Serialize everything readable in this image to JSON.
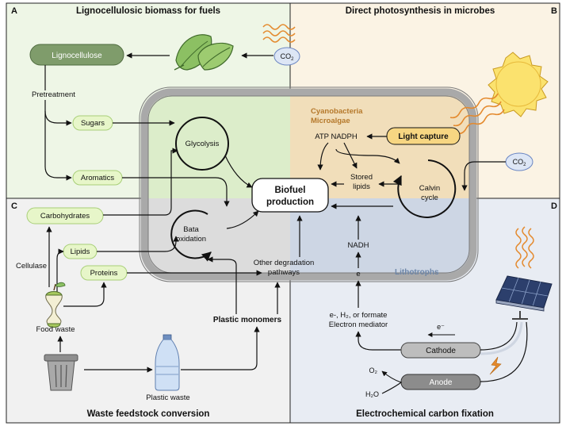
{
  "panels": {
    "a": {
      "letter": "A",
      "title": "Lignocellulosic biomass for fuels"
    },
    "b": {
      "letter": "B",
      "title": "Direct photosynthesis in microbes"
    },
    "c": {
      "letter": "C",
      "title": "Waste feedstock conversion"
    },
    "d": {
      "letter": "D",
      "title": "Electrochemical carbon fixation"
    }
  },
  "nodes": {
    "lignocellulose": "Lignocellulose",
    "co2_top": "CO",
    "co2_right": "CO",
    "pretreatment": "Pretreatment",
    "sugars": "Sugars",
    "aromatics": "Aromatics",
    "glycolysis": "Glycolysis",
    "biofuel_line1": "Biofuel",
    "biofuel_line2": "production",
    "cyano_line1": "Cyanobacteria",
    "cyano_line2": "Microalgae",
    "light_capture": "Light capture",
    "atp_nadph": "ATP NADPH",
    "stored_line1": "Stored",
    "stored_line2": "lipids",
    "calvin_line1": "Calvin",
    "calvin_line2": "cycle",
    "carbohydrates": "Carbohydrates",
    "cellulase": "Cellulase",
    "lipids": "Lipids",
    "proteins": "Proteins",
    "bata_line1": "Bata",
    "bata_line2": "oxidation",
    "other_line1": "Other degradation",
    "other_line2": "pathways",
    "food_waste": "Food waste",
    "plastic_waste": "Plastic waste",
    "plastic_monomers": "Plastic monomers",
    "nadh": "NADH",
    "e_label": "e",
    "lithotrophs": "Lithotrophs",
    "mediator_line1": "e-, H₂, or formate",
    "mediator_line2": "Electron mediator",
    "e_minus": "e⁻",
    "cathode": "Cathode",
    "anode": "Anode",
    "o2": "O₂",
    "h2o": "H₂O",
    "subscript_2": "2"
  },
  "colors": {
    "quadrant_green": "#eef6e6",
    "quadrant_tan": "#fbf3e4",
    "quadrant_gray": "#f1f1f1",
    "quadrant_blue": "#e8ecf3",
    "cell_green": "#dcedca",
    "cell_tan": "#f1deba",
    "cell_gray": "#dcdcdc",
    "cell_blue": "#cdd6e4",
    "lignocellulose_fill": "#7f9c6b",
    "pill_green": "#e7f6c9",
    "pill_green_stroke": "#a8cf78",
    "light_capture_fill": "#f7d682",
    "co2_fill": "#dde6f5",
    "co2_stroke": "#6b86c2",
    "cyano_text": "#b5782a",
    "lithotrophs_text": "#6d86a8",
    "sun_fill": "#fbe26e",
    "sun_stroke": "#e7b93a",
    "heat_wave": "#e48a2e",
    "cathode_fill": "#bdbdbd",
    "anode_fill": "#8c8c8c",
    "panel_blue": "#2c3f6c"
  }
}
